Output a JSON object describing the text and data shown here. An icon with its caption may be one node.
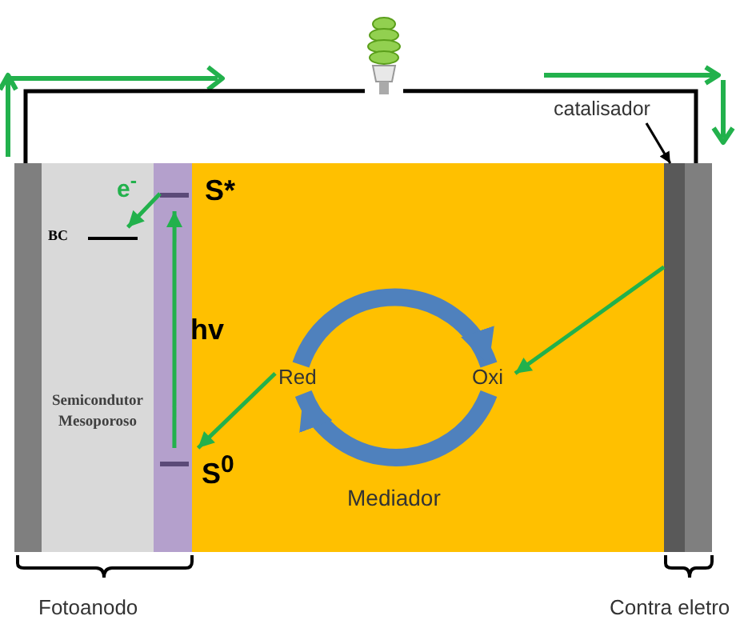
{
  "diagram": {
    "nodes": [
      {
        "text": [
          "Semicondutor Mesoporoso"
        ]
      },
      {
        "text": [
          "BC"
        ],
        "in": 0
      },
      {
        "text": [
          "S*"
        ]
      },
      {
        "text": [
          "S$^{0}$"
        ]
      },
      {
        "text": [
          "Red"
        ]
      },
      {
        "text": [
          "Oxi"
        ]
      },
      {
        "text": [
          "catalisador"
        ]
      },
      {
        "text": [],
        "shape": "bar"
      },
      {
        "text": [],
        "shape": "bar"
      },
      {
        "text": [],
        "shape": "picture"
      },
      {
        "text": [],
        "shape": "bar"
      }
    ],
    "edges": [
      {
        "from": 2,
        "to": 1,
        "arrow": "to",
        "label": "e$^{-}$"
      },
      {
        "from": 3,
        "to": 2,
        "arrow": "to",
        "label": "hv"
      },
      {
        "from": 4,
        "to": 3,
        "arrow": "to"
      },
      {
        "from": 8,
        "to": 5,
        "arrow": "to"
      },
      {
        "from": 4,
        "to": 5,
        "arrow": "to",
        "style": "thick",
        "color": "#4f81bd"
      },
      {
        "from": 5,
        "to": 4,
        "arrow": "to",
        "style": "thick",
        "color": "#4f81bd"
      },
      {
        "from": 6,
        "to": 8,
        "arrow": "to",
        "color": "#000000"
      },
      {
        "from": 7,
        "to": 9,
        "arrow": "none",
        "color": "#000000"
      },
      {
        "from": 9,
        "to": 10,
        "arrow": "none",
        "color": "#000000"
      }
    ],
    "labels": [
      "Mediador",
      "Fotoanodo",
      "Contra eletro"
    ]
  }
}
